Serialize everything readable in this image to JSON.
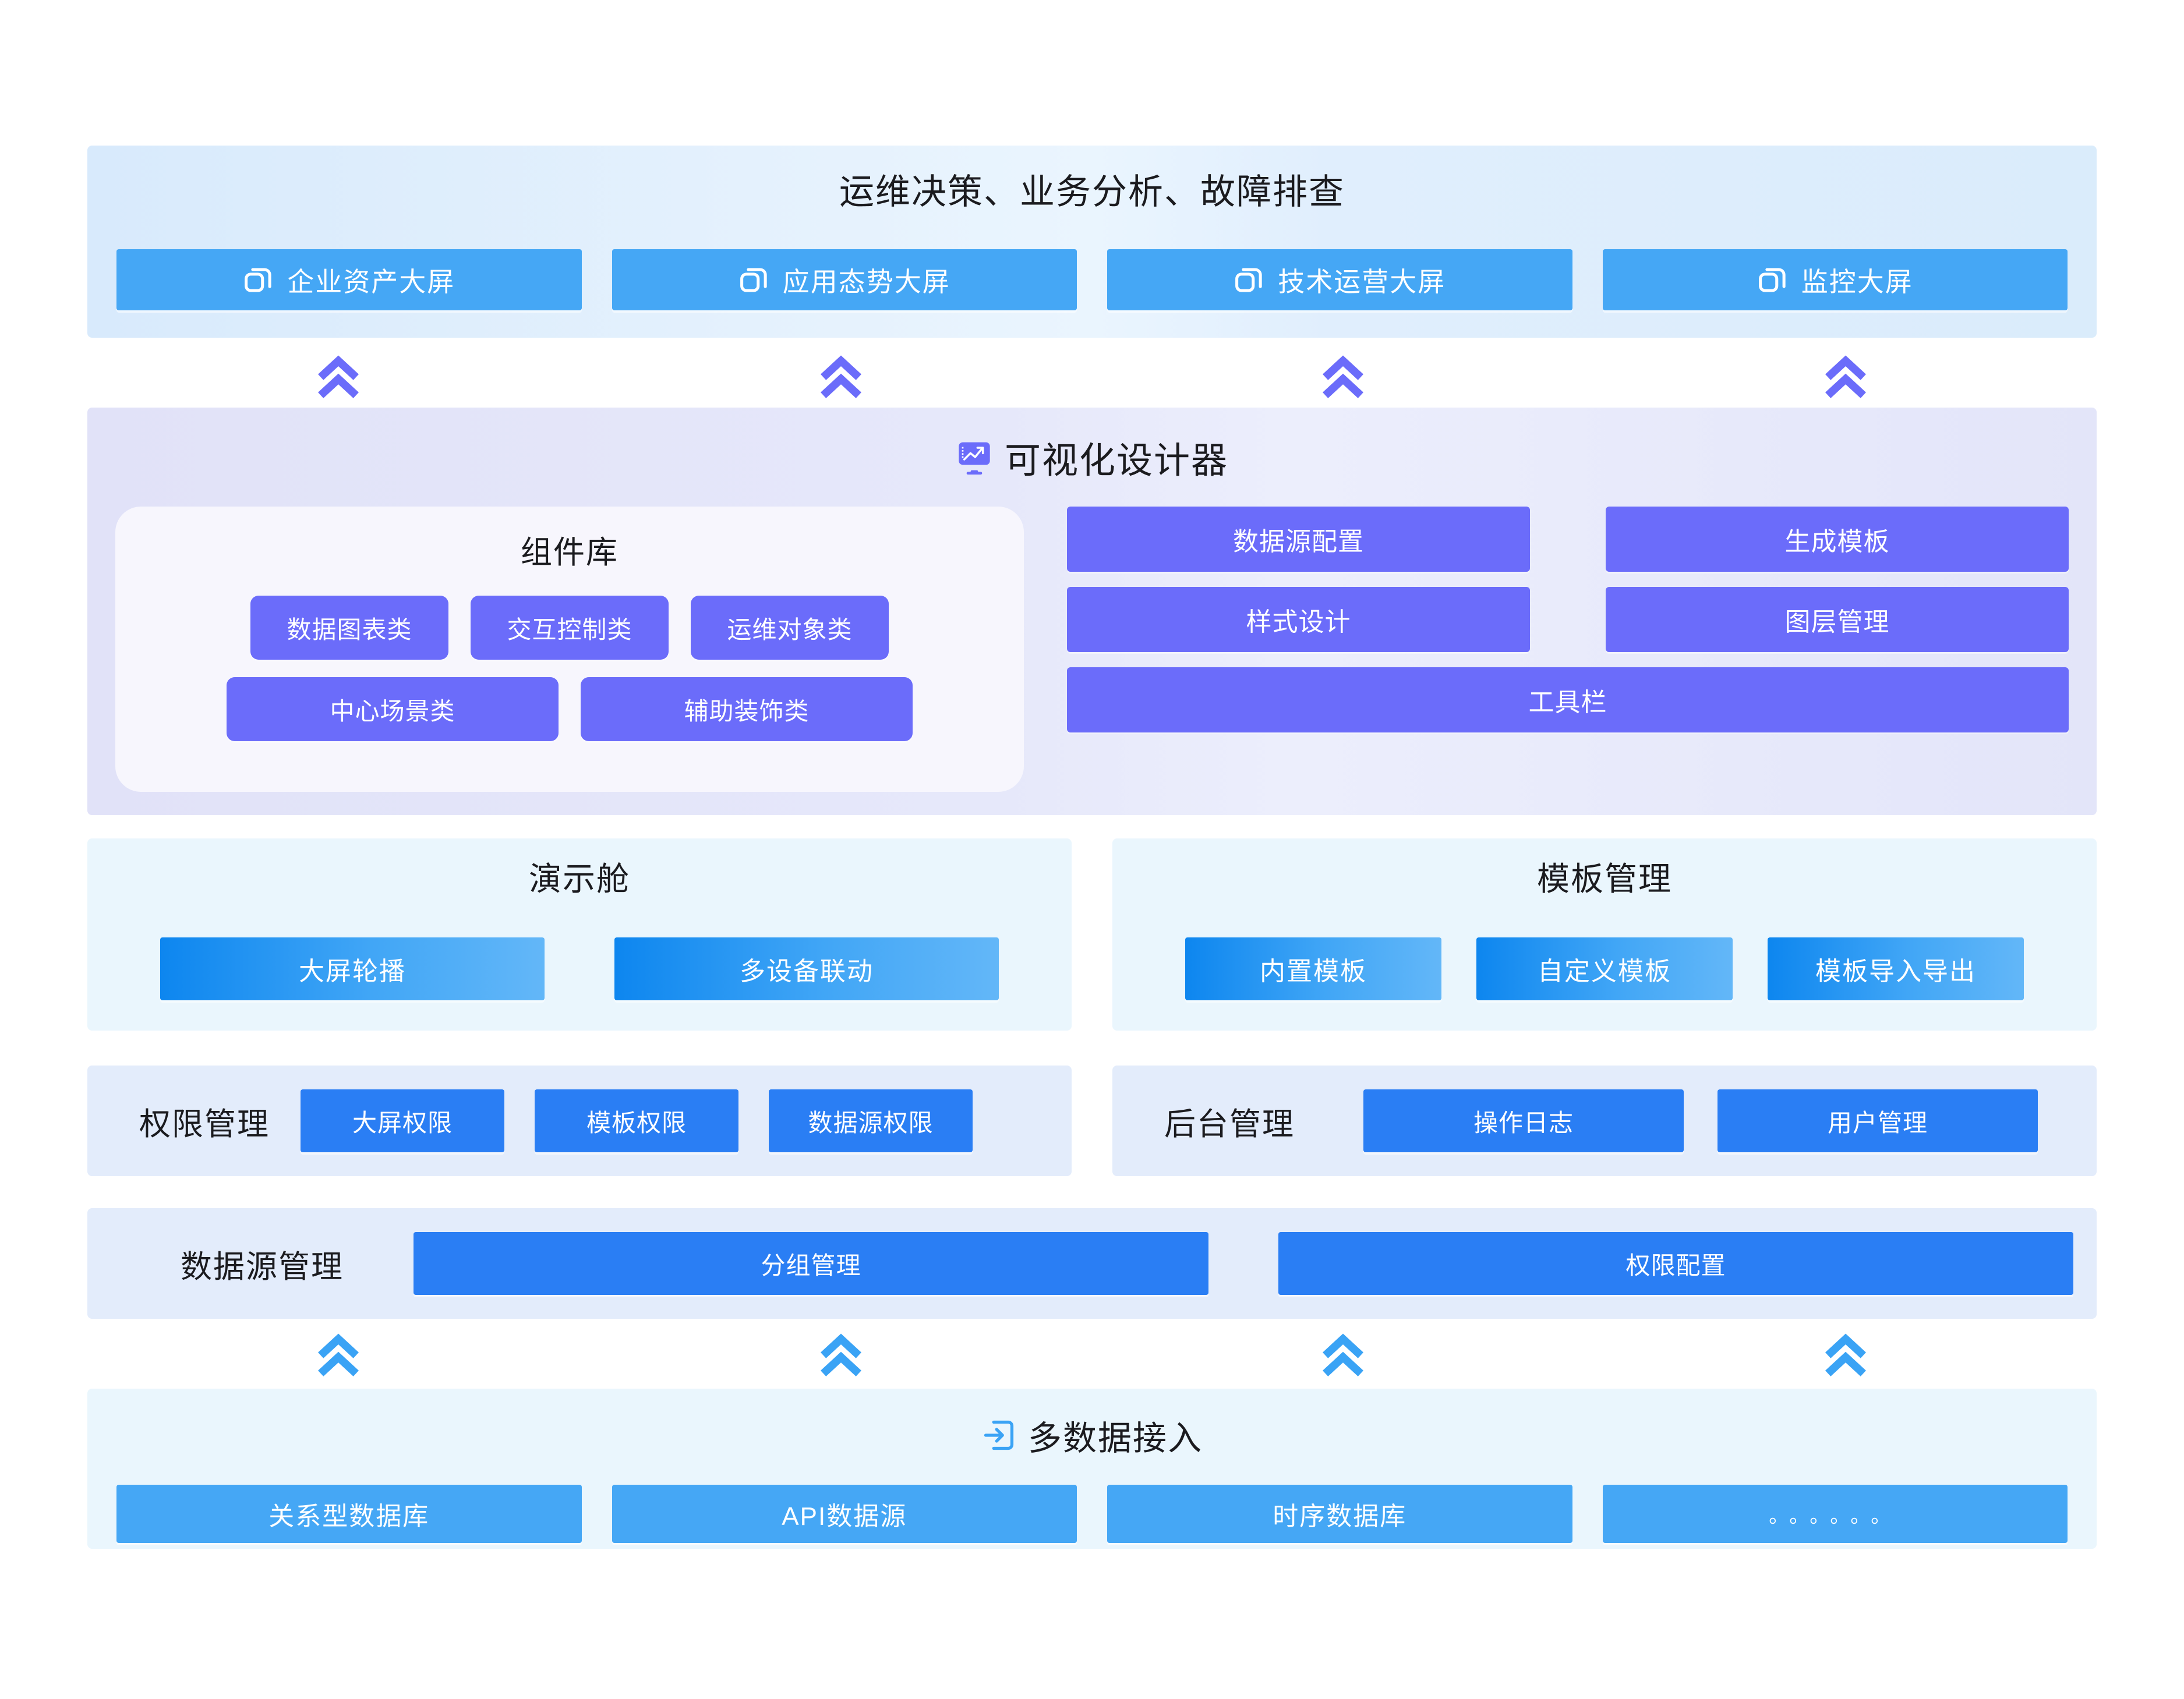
{
  "top": {
    "title": "运维决策、业务分析、故障排查",
    "screens": [
      {
        "label": "企业资产大屏",
        "icon": "stacked-screens-icon"
      },
      {
        "label": "应用态势大屏",
        "icon": "stacked-screens-icon"
      },
      {
        "label": "技术运营大屏",
        "icon": "stacked-screens-icon"
      },
      {
        "label": "监控大屏",
        "icon": "stacked-screens-icon"
      }
    ]
  },
  "designer": {
    "title": "可视化设计器",
    "icon": "monitor-chart-icon",
    "component_library": {
      "title": "组件库",
      "row1": [
        "数据图表类",
        "交互控制类",
        "运维对象类"
      ],
      "row2": [
        "中心场景类",
        "辅助装饰类"
      ]
    },
    "tools": {
      "row1": [
        "数据源配置",
        "生成模板"
      ],
      "row2": [
        "样式设计",
        "图层管理"
      ],
      "full": "工具栏"
    }
  },
  "demo": {
    "title": "演示舱",
    "items": [
      "大屏轮播",
      "多设备联动"
    ]
  },
  "template": {
    "title": "模板管理",
    "items": [
      "内置模板",
      "自定义模板",
      "模板导入导出"
    ]
  },
  "permission": {
    "label": "权限管理",
    "items": [
      "大屏权限",
      "模板权限",
      "数据源权限"
    ]
  },
  "backend": {
    "label": "后台管理",
    "items": [
      "操作日志",
      "用户管理"
    ]
  },
  "datasource_mgmt": {
    "label": "数据源管理",
    "items": [
      "分组管理",
      "权限配置"
    ]
  },
  "bottom": {
    "title": "多数据接入",
    "icon": "import-arrow-icon",
    "sources": [
      "关系型数据库",
      "API数据源",
      "时序数据库",
      "。。。。。。"
    ]
  },
  "colors": {
    "screen_blue": "#45a7f5",
    "purple": "#6b6cfa",
    "solid_blue": "#2a7ef4",
    "gradient_blue_start": "#0d86ef",
    "gradient_blue_end": "#63b7f8",
    "band_blue": "#daecfb",
    "band_lavender": "#e1e2f8",
    "band_cyan": "#eaf6fd",
    "band_periwinkle": "#e3ecfb",
    "chevron_purple": "#6b6cfa",
    "chevron_blue": "#3aa3f5"
  }
}
